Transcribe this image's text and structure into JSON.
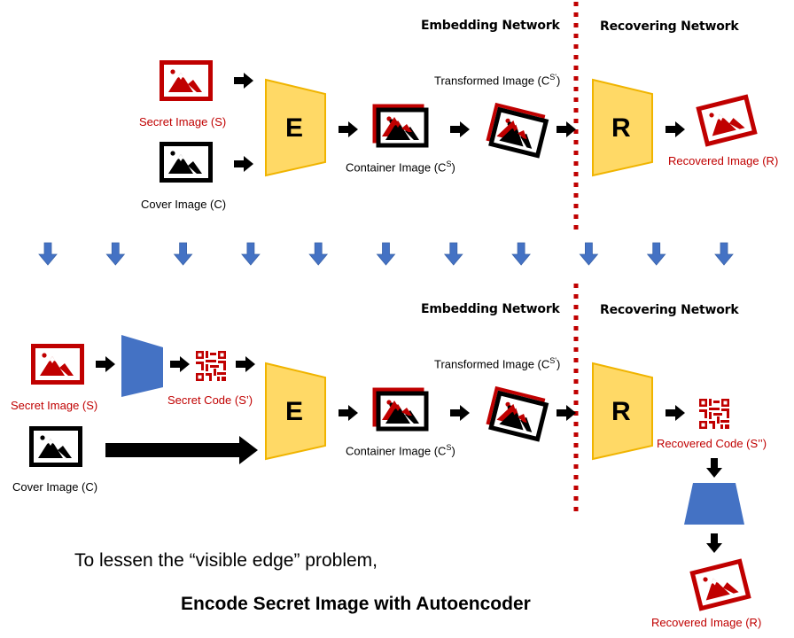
{
  "colors": {
    "secret_red": "#c00000",
    "network_yellow": "#ffd966",
    "network_yellow_border": "#f0b400",
    "autoencoder_blue": "#4472c4",
    "separator_red": "#c00000",
    "arrow_black": "#000000"
  },
  "top_diagram": {
    "headers": {
      "embedding": "Embedding Network",
      "recovering": "Recovering Network"
    },
    "secret_image": {
      "label": "Secret Image (S)",
      "icon": "image-icon"
    },
    "cover_image": {
      "label": "Cover Image (C)",
      "icon": "image-icon"
    },
    "embedder": {
      "letter": "E"
    },
    "container_image": {
      "label": "Container Image (C",
      "sup": "S",
      "close": ")"
    },
    "transformed_image": {
      "label": "Transformed Image (C",
      "sup": "S'",
      "close": ")"
    },
    "recoverer": {
      "letter": "R"
    },
    "recovered_image": {
      "label": "Recovered Image (R)"
    }
  },
  "transition_arrows": {
    "count": 11,
    "icon": "down-arrow-icon"
  },
  "bottom_diagram": {
    "headers": {
      "embedding": "Embedding Network",
      "recovering": "Recovering Network"
    },
    "secret_image": {
      "label": "Secret Image (S)"
    },
    "secret_code": {
      "label": "Secret Code (S’)",
      "icon": "qr-code-icon"
    },
    "cover_image": {
      "label": "Cover Image (C)"
    },
    "embedder": {
      "letter": "E"
    },
    "container_image": {
      "label": "Container Image (C",
      "sup": "S",
      "close": ")"
    },
    "transformed_image": {
      "label": "Transformed Image (C",
      "sup": "S'",
      "close": ")"
    },
    "recoverer": {
      "letter": "R"
    },
    "recovered_code": {
      "label": "Recovered Code (S’’)"
    },
    "recovered_image": {
      "label": "Recovered Image (R)"
    }
  },
  "notes": {
    "line1": "To lessen the “visible edge” problem,",
    "line2": "Encode Secret Image with Autoencoder"
  }
}
